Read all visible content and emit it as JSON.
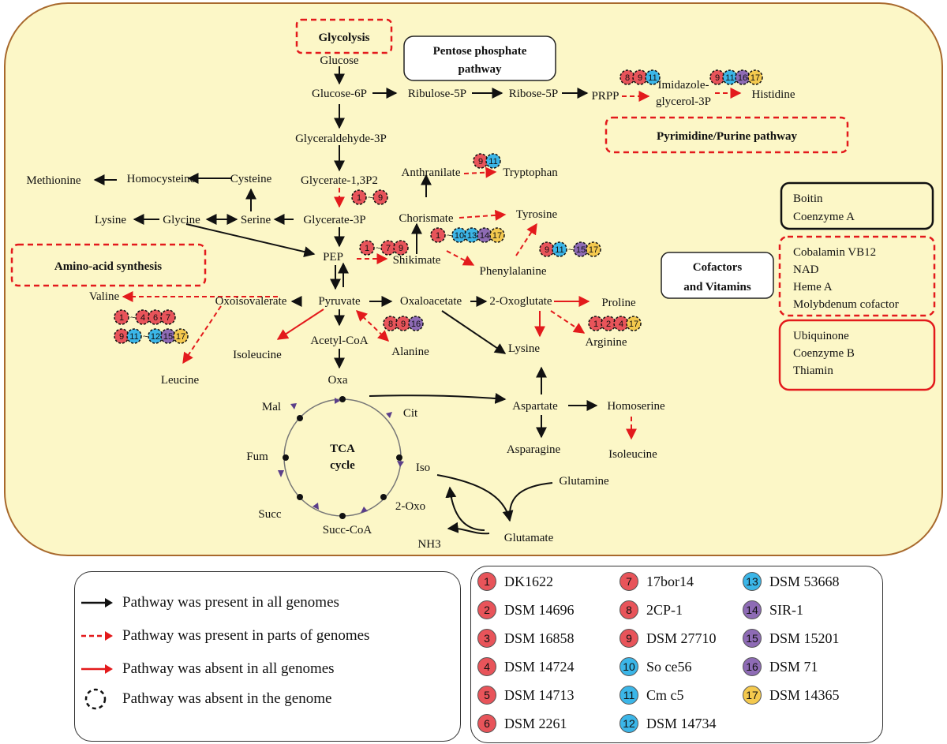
{
  "colors": {
    "cell_fill": "#fcf7c7",
    "cell_border": "#a8692d",
    "red": "#e31a1c",
    "badge_red": "#e8545a",
    "badge_blue": "#3bb6e8",
    "badge_purple": "#8e6bb5",
    "badge_yellow": "#f4c94e",
    "tca_dot": "#6a4c93"
  },
  "titles": {
    "glycolysis": "Glycolysis",
    "pentose_1": "Pentose phosphate",
    "pentose_2": "pathway",
    "pyrimidine": "Pyrimidine/Purine pathway",
    "amino_acid": "Amino-acid synthesis",
    "cofactors_1": "Cofactors",
    "cofactors_2": "and Vitamins",
    "tca_1": "TCA",
    "tca_2": "cycle"
  },
  "nodes": {
    "glucose": "Glucose",
    "glucose6p": "Glucose-6P",
    "ribulose5p": "Ribulose-5P",
    "ribose5p": "Ribose-5P",
    "prpp": "PRPP",
    "imidazole_1": "Imidazole-",
    "imidazole_2": "glycerol-3P",
    "histidine": "Histidine",
    "glyceraldehyde3p": "Glyceraldehyde-3P",
    "glycerate13p2": "Glycerate-1,3P2",
    "glycerate3p": "Glycerate-3P",
    "anthranilate": "Anthranilate",
    "tryptophan": "Tryptophan",
    "chorismate": "Chorismate",
    "tyrosine": "Tyrosine",
    "methionine": "Methionine",
    "homocysteine": "Homocysteine",
    "cysteine": "Cysteine",
    "lysine_left": "Lysine",
    "glycine": "Glycine",
    "serine": "Serine",
    "pep": "PEP",
    "shikimate": "Shikimate",
    "phenylalanine": "Phenylalanine",
    "valine": "Valine",
    "oxoisovalerate": "Oxoisovalerate",
    "pyruvate": "Pyruvate",
    "oxaloacetate": "Oxaloacetate",
    "oxoglutate": "2-Oxoglutate",
    "proline": "Proline",
    "arginine": "Arginine",
    "isoleucine_left": "Isoleucine",
    "acetylcoa": "Acetyl-CoA",
    "alanine": "Alanine",
    "lysine_right": "Lysine",
    "leucine": "Leucine",
    "oxa": "Oxa",
    "mal": "Mal",
    "cit": "Cit",
    "aspartate": "Aspartate",
    "homoserine": "Homoserine",
    "fum": "Fum",
    "asparagine": "Asparagine",
    "isoleucine_right": "Isoleucine",
    "iso": "Iso",
    "glutamine": "Glutamine",
    "oxo2": "2-Oxo",
    "succ": "Succ",
    "succcoa": "Succ-CoA",
    "glutamate": "Glutamate",
    "nh3": "NH3"
  },
  "cofactor_boxes": {
    "black": [
      "Boitin",
      "Coenzyme A"
    ],
    "red_dashed": [
      "Cobalamin VB12",
      "NAD",
      "Heme A",
      "Molybdenum cofactor"
    ],
    "red_solid": [
      "Ubiquinone",
      "Coenzyme B",
      "Thiamin"
    ]
  },
  "badges": {
    "histidine_a": [
      "8",
      "9",
      "11"
    ],
    "histidine_b": [
      "9",
      "11",
      "16",
      "17"
    ],
    "tryptophan": [
      "9",
      "11"
    ],
    "glycerate": [
      "1",
      "~",
      "9"
    ],
    "shikimate": [
      "1",
      "~",
      "7",
      "9"
    ],
    "phenylalanine": [
      "1",
      "~",
      "10",
      "13",
      "14",
      "17"
    ],
    "tyrosine": [
      "9",
      "11",
      "~",
      "15",
      "17"
    ],
    "valine_row1": [
      "1",
      "~",
      "4",
      "6",
      "7"
    ],
    "valine_row2": [
      "9",
      "11",
      "~",
      "12",
      "15",
      "17"
    ],
    "alanine": [
      "8",
      "9",
      "16"
    ],
    "arginine": [
      "1",
      "2",
      "4",
      "17"
    ]
  },
  "legend": {
    "present_all": "Pathway was present  in all genomes",
    "present_parts": "Pathway was present  in parts of  genomes",
    "absent_all": "Pathway was absent  in all  genomes",
    "absent_genome": "Pathway was absent  in the  genome"
  },
  "genomes": [
    {
      "num": "1",
      "name": "DK1622",
      "color": "#e8545a"
    },
    {
      "num": "2",
      "name": "DSM 14696",
      "color": "#e8545a"
    },
    {
      "num": "3",
      "name": "DSM 16858",
      "color": "#e8545a"
    },
    {
      "num": "4",
      "name": "DSM 14724",
      "color": "#e8545a"
    },
    {
      "num": "5",
      "name": "DSM 14713",
      "color": "#e8545a"
    },
    {
      "num": "6",
      "name": "DSM 2261",
      "color": "#e8545a"
    },
    {
      "num": "7",
      "name": "17bor14",
      "color": "#e8545a"
    },
    {
      "num": "8",
      "name": "2CP-1",
      "color": "#e8545a"
    },
    {
      "num": "9",
      "name": "DSM 27710",
      "color": "#e8545a"
    },
    {
      "num": "10",
      "name": "So ce56",
      "color": "#3bb6e8"
    },
    {
      "num": "11",
      "name": "Cm c5",
      "color": "#3bb6e8"
    },
    {
      "num": "12",
      "name": "DSM 14734",
      "color": "#3bb6e8"
    },
    {
      "num": "13",
      "name": "DSM 53668",
      "color": "#3bb6e8"
    },
    {
      "num": "14",
      "name": "SIR-1",
      "color": "#8e6bb5"
    },
    {
      "num": "15",
      "name": "DSM 15201",
      "color": "#8e6bb5"
    },
    {
      "num": "16",
      "name": "DSM 71",
      "color": "#8e6bb5"
    },
    {
      "num": "17",
      "name": "DSM 14365",
      "color": "#f4c94e"
    }
  ]
}
